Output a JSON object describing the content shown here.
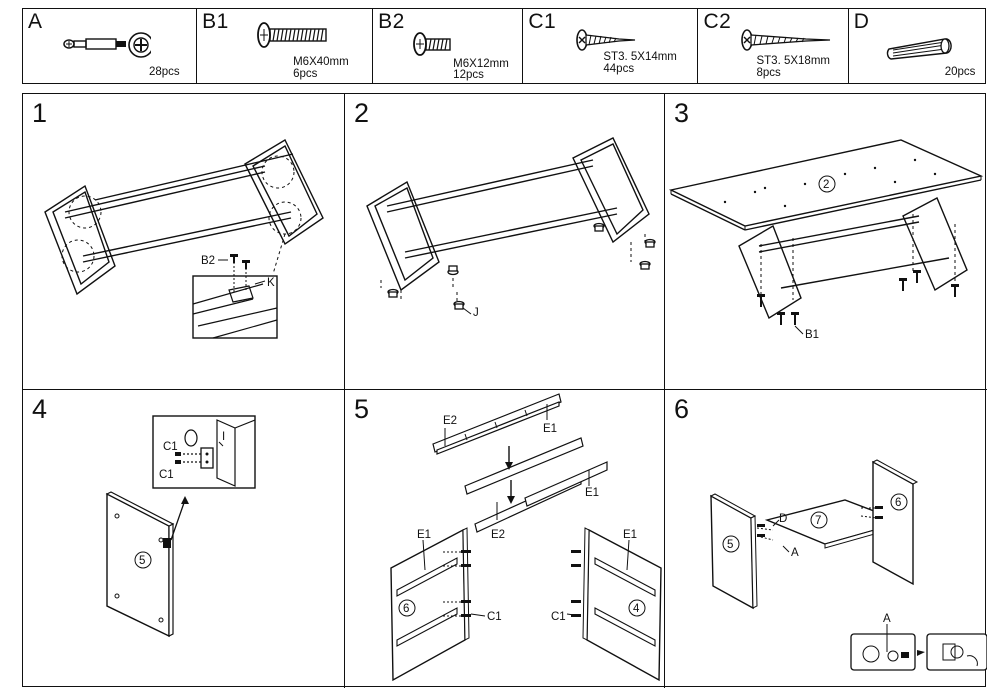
{
  "hardware": [
    {
      "code": "A",
      "size": "",
      "qty": "28pcs",
      "icon": "cam-lock-and-bolt-icon"
    },
    {
      "code": "B1",
      "size": "M6X40mm",
      "qty": "6pcs",
      "icon": "long-machine-screw-icon"
    },
    {
      "code": "B2",
      "size": "M6X12mm",
      "qty": "12pcs",
      "icon": "short-machine-screw-icon"
    },
    {
      "code": "C1",
      "size": "ST3. 5X14mm",
      "qty": "44pcs",
      "icon": "short-wood-screw-icon"
    },
    {
      "code": "C2",
      "size": "ST3. 5X18mm",
      "qty": "8pcs",
      "icon": "long-wood-screw-icon"
    },
    {
      "code": "D",
      "size": "",
      "qty": "20pcs",
      "icon": "wooden-dowel-icon"
    }
  ],
  "steps": [
    {
      "number": "1",
      "labels": {
        "b2": "B2",
        "k": "K"
      }
    },
    {
      "number": "2",
      "labels": {
        "j": "J"
      }
    },
    {
      "number": "3",
      "labels": {
        "panel": "2",
        "b1": "B1"
      }
    },
    {
      "number": "4",
      "labels": {
        "c1a": "C1",
        "c1b": "C1",
        "i": "I",
        "panel": "5"
      }
    },
    {
      "number": "5",
      "labels": {
        "e2a": "E2",
        "e1a": "E1",
        "e1b": "E1",
        "e2b": "E2",
        "e1c": "E1",
        "e1d": "E1",
        "c1a": "C1",
        "c1b": "C1",
        "panel6": "6",
        "panel4": "4"
      }
    },
    {
      "number": "6",
      "labels": {
        "d": "D",
        "a1": "A",
        "p7": "7",
        "p5": "5",
        "p6": "6",
        "a2": "A"
      }
    }
  ]
}
